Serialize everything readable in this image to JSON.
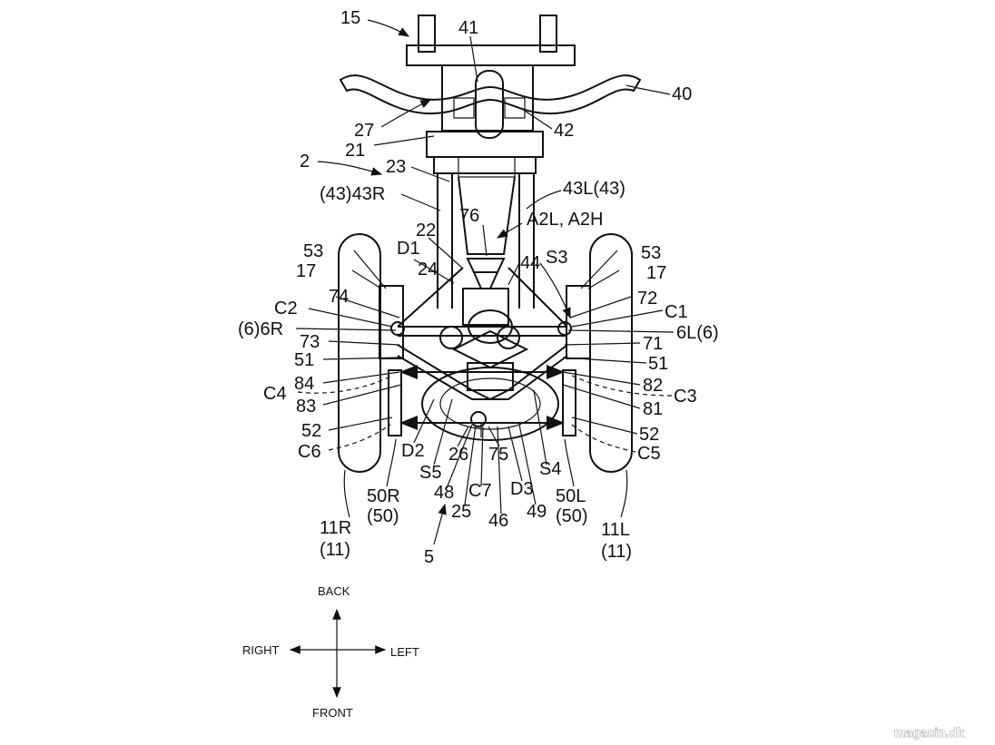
{
  "labels": {
    "l15": "15",
    "l41": "41",
    "l40": "40",
    "l27": "27",
    "l42": "42",
    "l21": "21",
    "l2": "2",
    "l23": "23",
    "l43L": "43L(43)",
    "l43R": "(43)43R",
    "l76": "76",
    "lA2": "A2L, A2H",
    "l22": "22",
    "l53R": "53",
    "l53L": "53",
    "lD1": "D1",
    "l44": "44",
    "lS3": "S3",
    "l17R": "17",
    "l17L": "17",
    "l24": "24",
    "l74": "74",
    "l72": "72",
    "lC2": "C2",
    "lC1": "C1",
    "l6R": "(6)6R",
    "l6L": "6L(6)",
    "l73": "73",
    "l71": "71",
    "l51R": "51",
    "l51L": "51",
    "l84": "84",
    "l82": "82",
    "lC4": "C4",
    "lC3": "C3",
    "l83": "83",
    "l81": "81",
    "l52R": "52",
    "l52L": "52",
    "lC6": "C6",
    "lC5": "C5",
    "lD2": "D2",
    "l26": "26",
    "l75": "75",
    "lS5": "S5",
    "lS4": "S4",
    "l48": "48",
    "lC7": "C7",
    "lD3": "D3",
    "l50R": "50R",
    "l50Rp": "(50)",
    "l50L": "50L",
    "l50Lp": "(50)",
    "l25": "25",
    "l46": "46",
    "l49": "49",
    "l11R": "11R",
    "l11Rp": "(11)",
    "l11L": "11L",
    "l11Lp": "(11)",
    "l5": "5"
  },
  "directions": {
    "back": "BACK",
    "front": "FRONT",
    "right": "RIGHT",
    "left": "LEFT"
  },
  "watermark": "magacin.dk"
}
